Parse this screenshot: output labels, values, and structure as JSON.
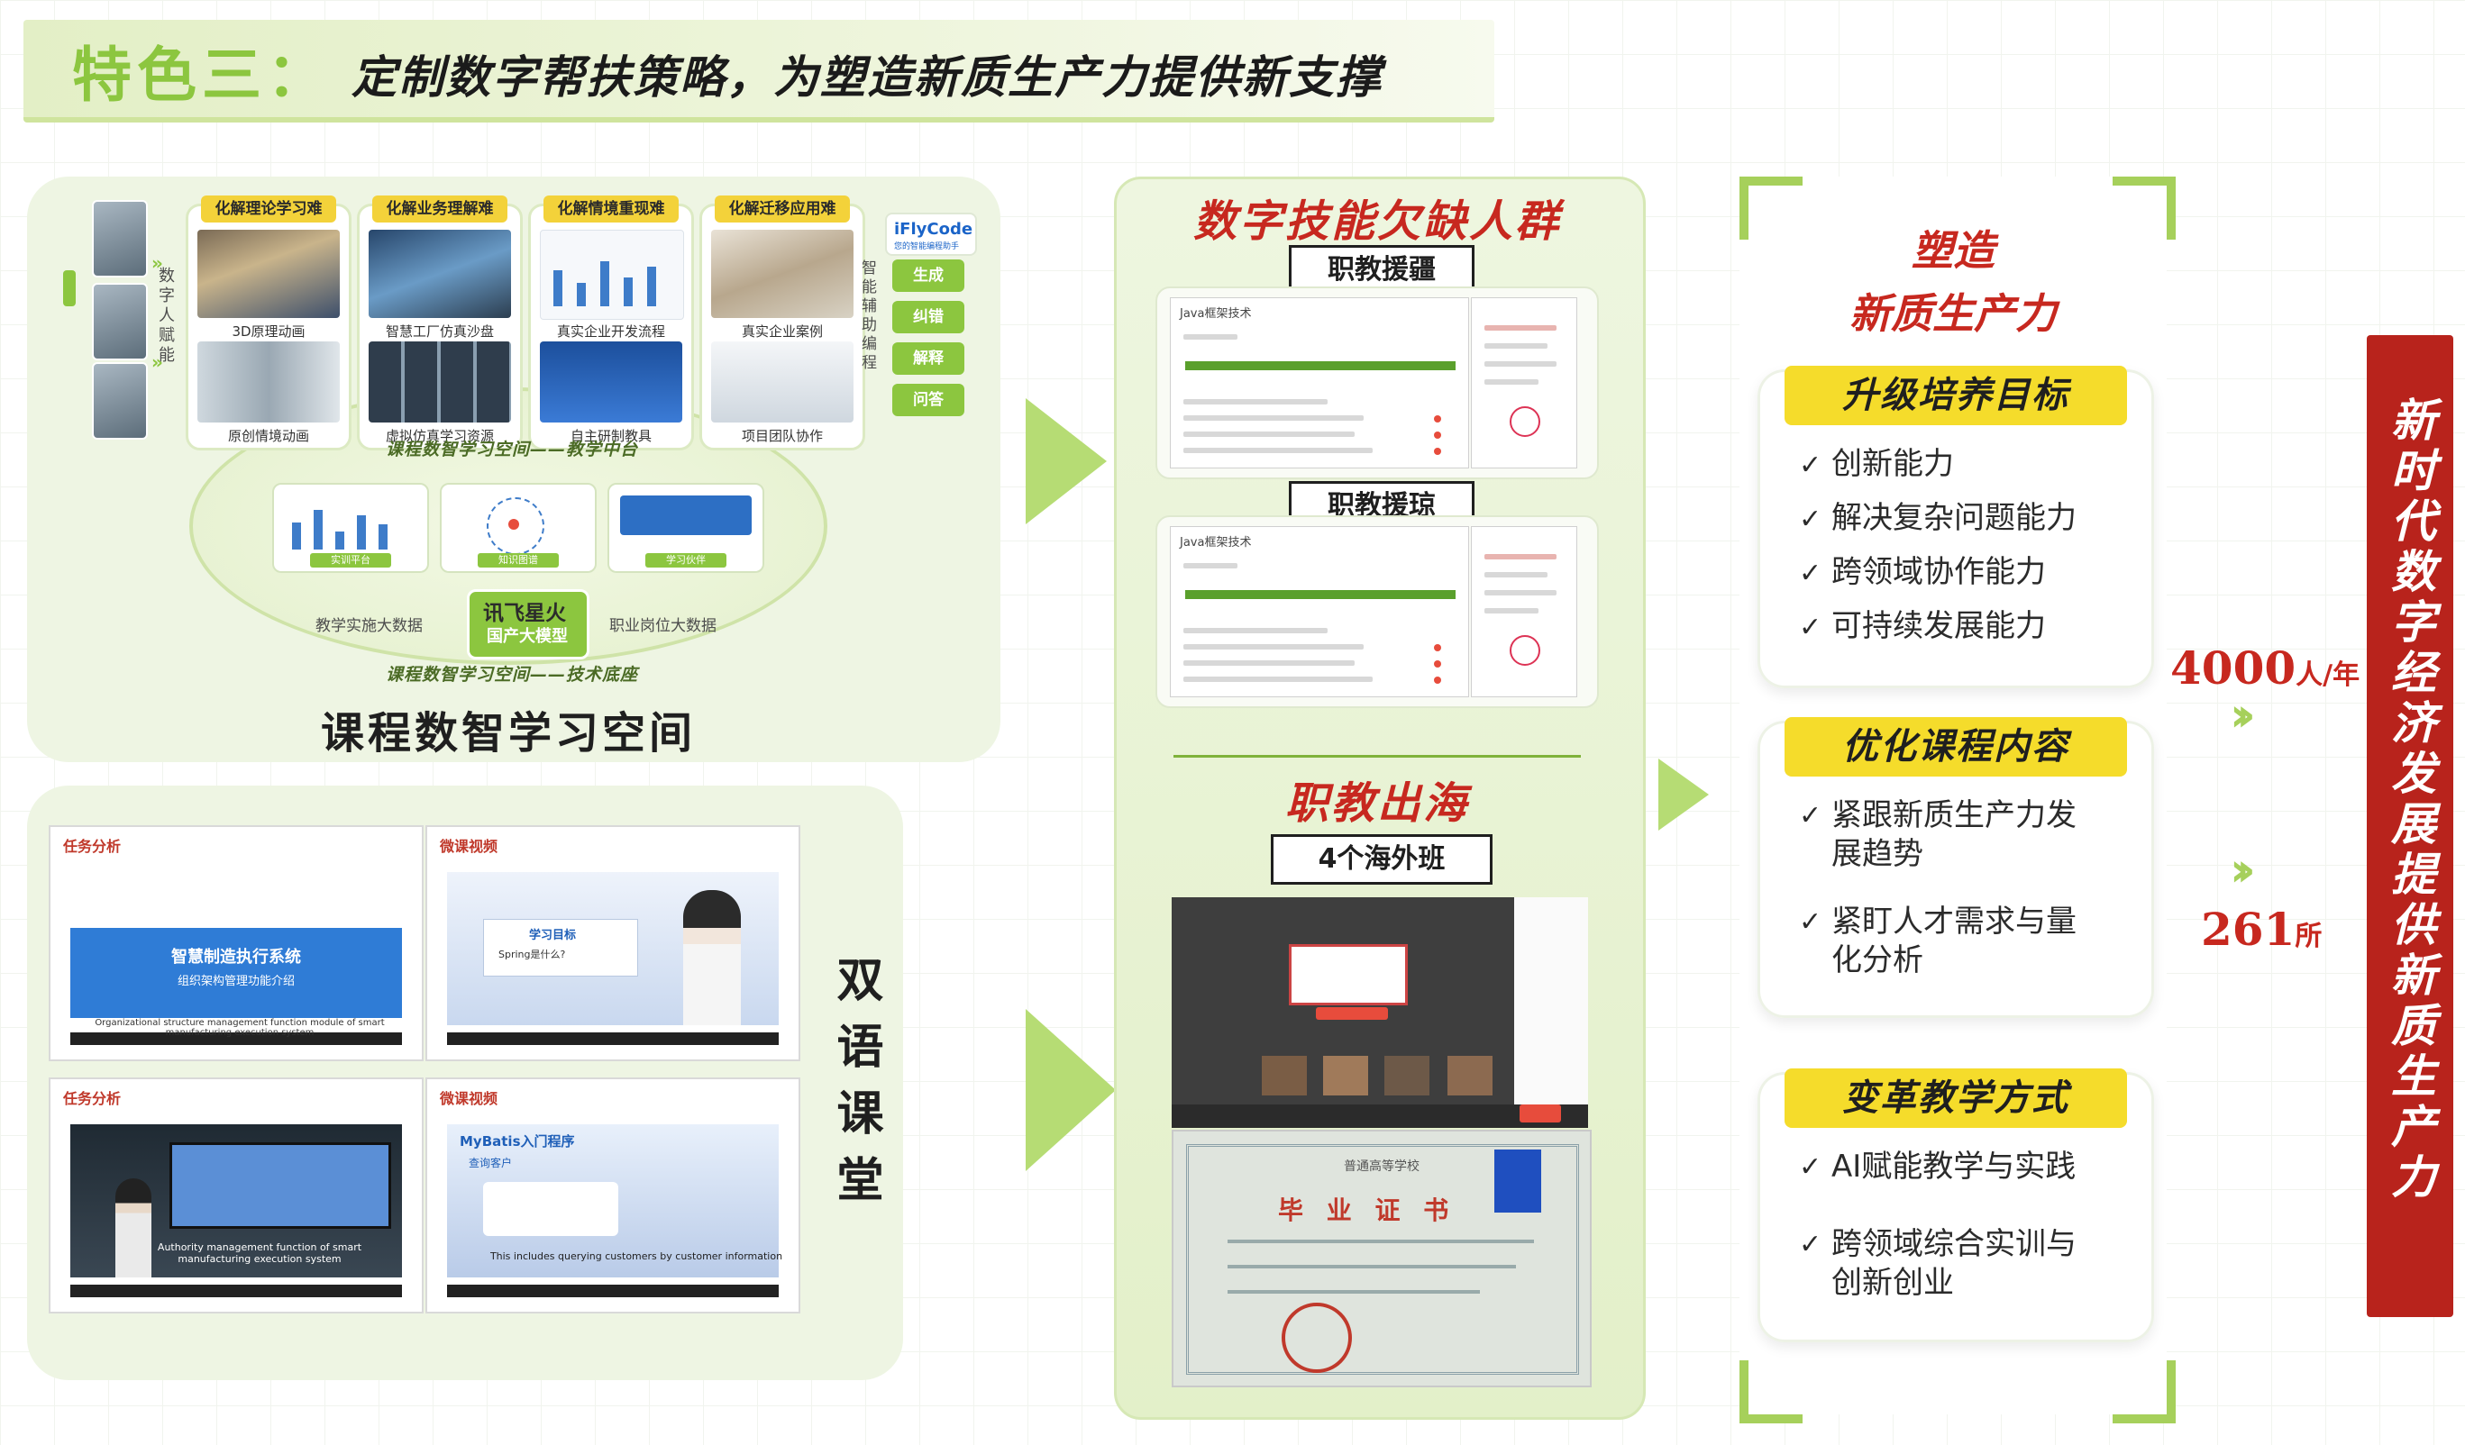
{
  "header": {
    "tag": "特色三：",
    "title": "定制数字帮扶策略，为塑造新质生产力提供新支撑"
  },
  "course_space": {
    "side_vertical": "数字人赋能",
    "cards": [
      {
        "tag": "化解理论学习难",
        "caption_top": "3D原理动画",
        "caption_bottom": "原创情境动画"
      },
      {
        "tag": "化解业务理解难",
        "caption_top": "智慧工厂仿真沙盘",
        "caption_bottom": "虚拟仿真学习资源"
      },
      {
        "tag": "化解情境重现难",
        "caption_top": "真实企业开发流程",
        "caption_bottom": "自主研制教具"
      },
      {
        "tag": "化解迁移应用难",
        "caption_top": "真实企业案例",
        "caption_bottom": "项目团队协作"
      }
    ],
    "ifly_logo": "iFlyCode",
    "ifly_sub": "您的智能编程助手",
    "assist_vertical": "智能辅助编程",
    "assist_buttons": [
      "生成",
      "纠错",
      "解释",
      "问答"
    ],
    "banner_teaching": "课程数智学习空间——教学中台",
    "small_cards": [
      "实训平台",
      "知识图谱",
      "学习伙伴"
    ],
    "data_left": "教学实施大数据",
    "data_right": "职业岗位大数据",
    "xf_logo": "讯飞星火",
    "xf_sub": "国产大模型",
    "banner_tech": "课程数智学习空间——技术底座",
    "title": "课程数智学习空间"
  },
  "bilingual": {
    "vertical_title": "双语课堂",
    "videos": [
      {
        "header": "任务分析",
        "sub": "智慧制造执行系统",
        "sub2": "组织架构管理功能介绍",
        "caption": "Organizational structure management function module of smart manufacturing execution system"
      },
      {
        "header": "微课视频",
        "sub": "学习目标",
        "sub2": "Spring是什么?",
        "caption": ""
      },
      {
        "header": "任务分析",
        "sub": "",
        "sub2": "",
        "caption": "Authority management function of smart manufacturing execution system"
      },
      {
        "header": "微课视频",
        "sub": "MyBatis入门程序",
        "sub2": "查询客户",
        "caption": "This includes querying customers by customer information"
      }
    ]
  },
  "middle": {
    "title": "数字技能欠缺人群",
    "tab1": "职教援疆",
    "tab2": "职教援琼",
    "doc_title": "Java框架技术",
    "section2_title": "职教出海",
    "tab3": "4个海外班",
    "cert_title": "毕 业 证 书",
    "cert_school": "普通高等学校"
  },
  "right": {
    "title_line1": "塑造",
    "title_line2": "新质生产力",
    "sections": [
      {
        "title": "升级培养目标",
        "items": [
          "创新能力",
          "解决复杂问题能力",
          "跨领域协作能力",
          "可持续发展能力"
        ]
      },
      {
        "title": "优化课程内容",
        "items": [
          "紧跟新质生产力发展趋势",
          "紧盯人才需求与量化分析"
        ]
      },
      {
        "title": "变革教学方式",
        "items": [
          "AI赋能教学与实践",
          "跨领域综合实训与创新创业"
        ]
      }
    ]
  },
  "stats": {
    "stat1_value": "4000",
    "stat1_unit": "人/年",
    "stat2_value": "261",
    "stat2_unit": "所"
  },
  "banner": {
    "text": "新时代数字经济发展提供新质生产力"
  },
  "colors": {
    "accent_green": "#8cc63f",
    "accent_red": "#c7281f",
    "accent_yellow": "#f5dc2b"
  }
}
